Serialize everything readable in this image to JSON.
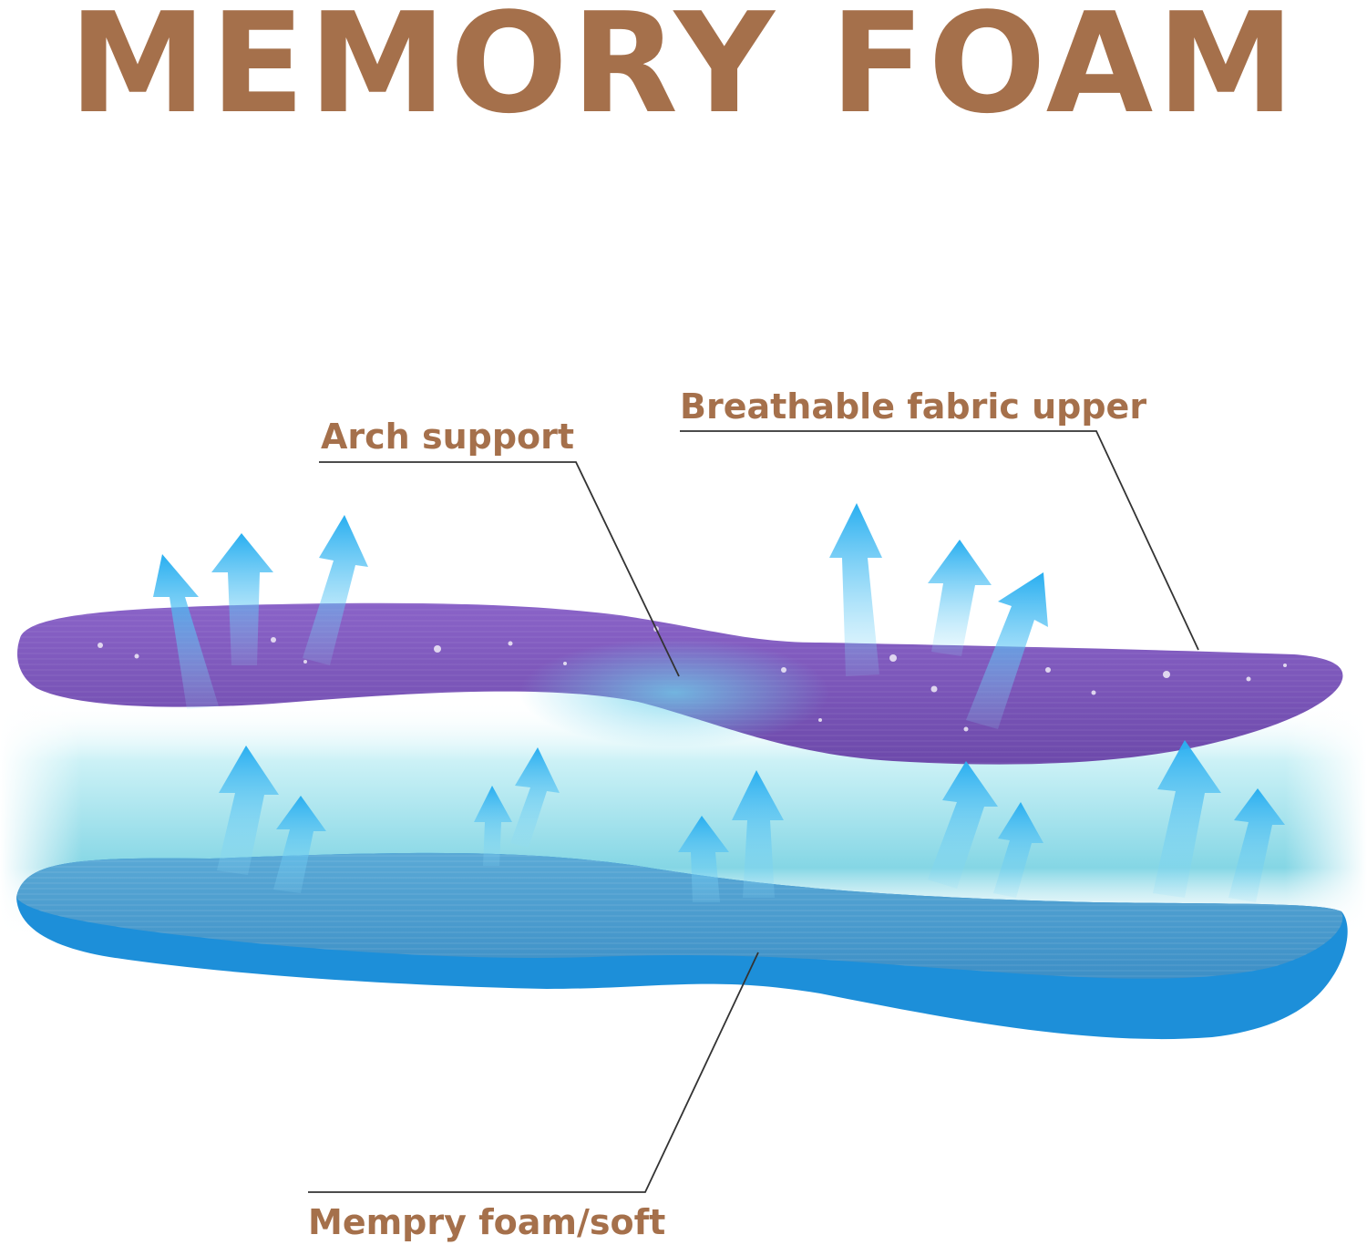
{
  "title": "MEMORY FOAM",
  "labels": {
    "arch_support": "Arch support",
    "fabric_upper": "Breathable fabric upper",
    "memory_foam": "Mempry foam/soft"
  },
  "colors": {
    "title": "#a5704b",
    "upper_insole": "#7a55b8",
    "lower_insole": "#4b9ecf",
    "foam_edge": "#1f8ed8",
    "glow": "#7ad8e8",
    "arrow": "#2fb3ef",
    "leader_line": "#333333"
  },
  "icons": {
    "airflow": "up-arrow-icon",
    "insole": "insole-illustration"
  }
}
